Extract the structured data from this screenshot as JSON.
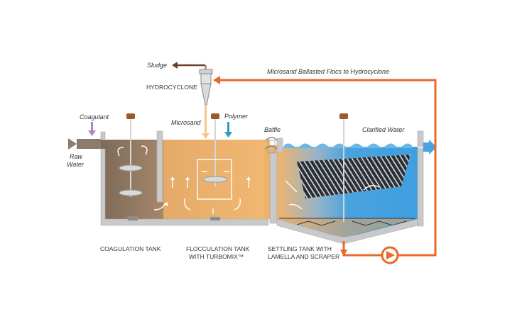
{
  "labels": {
    "sludge": "Sludge",
    "hydrocyclone": "HYDROCYCLONE",
    "recycle": "Microsand Ballasted Flocs to Hydrocyclone",
    "coagulant": "Coagulant",
    "raw_water_1": "Raw",
    "raw_water_2": "Water",
    "microsand": "Microsand",
    "polymer": "Polymer",
    "baffle": "Baffle",
    "clarified_water": "Clarified Water",
    "coag_tank": "COAGULATION TANK",
    "floc_tank_1": "FLOCCULATION TANK",
    "floc_tank_2": "WITH TURBOMIX™",
    "settle_tank_1": "SETTLING TANK WITH",
    "settle_tank_2": "LAMELLA AND SCRAPER"
  },
  "colors": {
    "coagulation_water": "#8b7560",
    "flocculation_water": "#f0b46a",
    "clarified_water": "#4aa3df",
    "recycle_line": "#e8692a",
    "coagulant_arrow": "#a987c0",
    "polymer_arrow": "#2a9bc4",
    "microsand_arrow": "#f6c68a",
    "sludge_arrow": "#6b3f23",
    "tank_wall": "#c9c9c9",
    "lamella": "#2b3036"
  }
}
